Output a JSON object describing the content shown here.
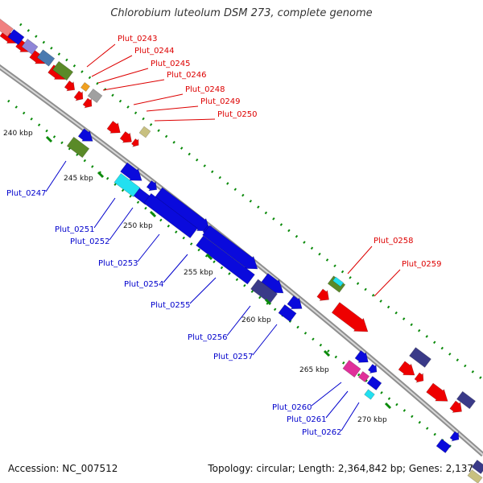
{
  "title": "Chlorobium luteolum DSM 273, complete genome",
  "accession": "Accession: NC_007512",
  "summary": "Topology: circular; Length: 2,364,842 bp; Genes: 2,137",
  "kbp_labels": [
    "240 kbp",
    "245 kbp",
    "250 kbp",
    "255 kbp",
    "260 kbp",
    "265 kbp",
    "270 kbp"
  ],
  "genes_upper": [
    "Plut_0243",
    "Plut_0244",
    "Plut_0245",
    "Plut_0246",
    "Plut_0248",
    "Plut_0249",
    "Plut_0250",
    "Plut_0258",
    "Plut_0259"
  ],
  "genes_lower": [
    "Plut_0247",
    "Plut_0251",
    "Plut_0252",
    "Plut_0253",
    "Plut_0254",
    "Plut_0255",
    "Plut_0256",
    "Plut_0257",
    "Plut_0260",
    "Plut_0261",
    "Plut_0262"
  ],
  "colors": {
    "red": "#ee0000",
    "red_label": "#dd0000",
    "blue": "#0a0adc",
    "blue_label": "#0000cc",
    "navy": "#3a3a88",
    "olive": "#5a8a28",
    "cyan": "#22e0f0",
    "magenta": "#e0309a",
    "salmon": "#f08080",
    "lavender": "#8f86d8",
    "steel": "#4a7ab0",
    "gray": "#a0a0a0",
    "tan": "#c8c080",
    "orange": "#f0a020",
    "backbone": "#8f8f8f",
    "ticks": "#0a8a0a"
  }
}
